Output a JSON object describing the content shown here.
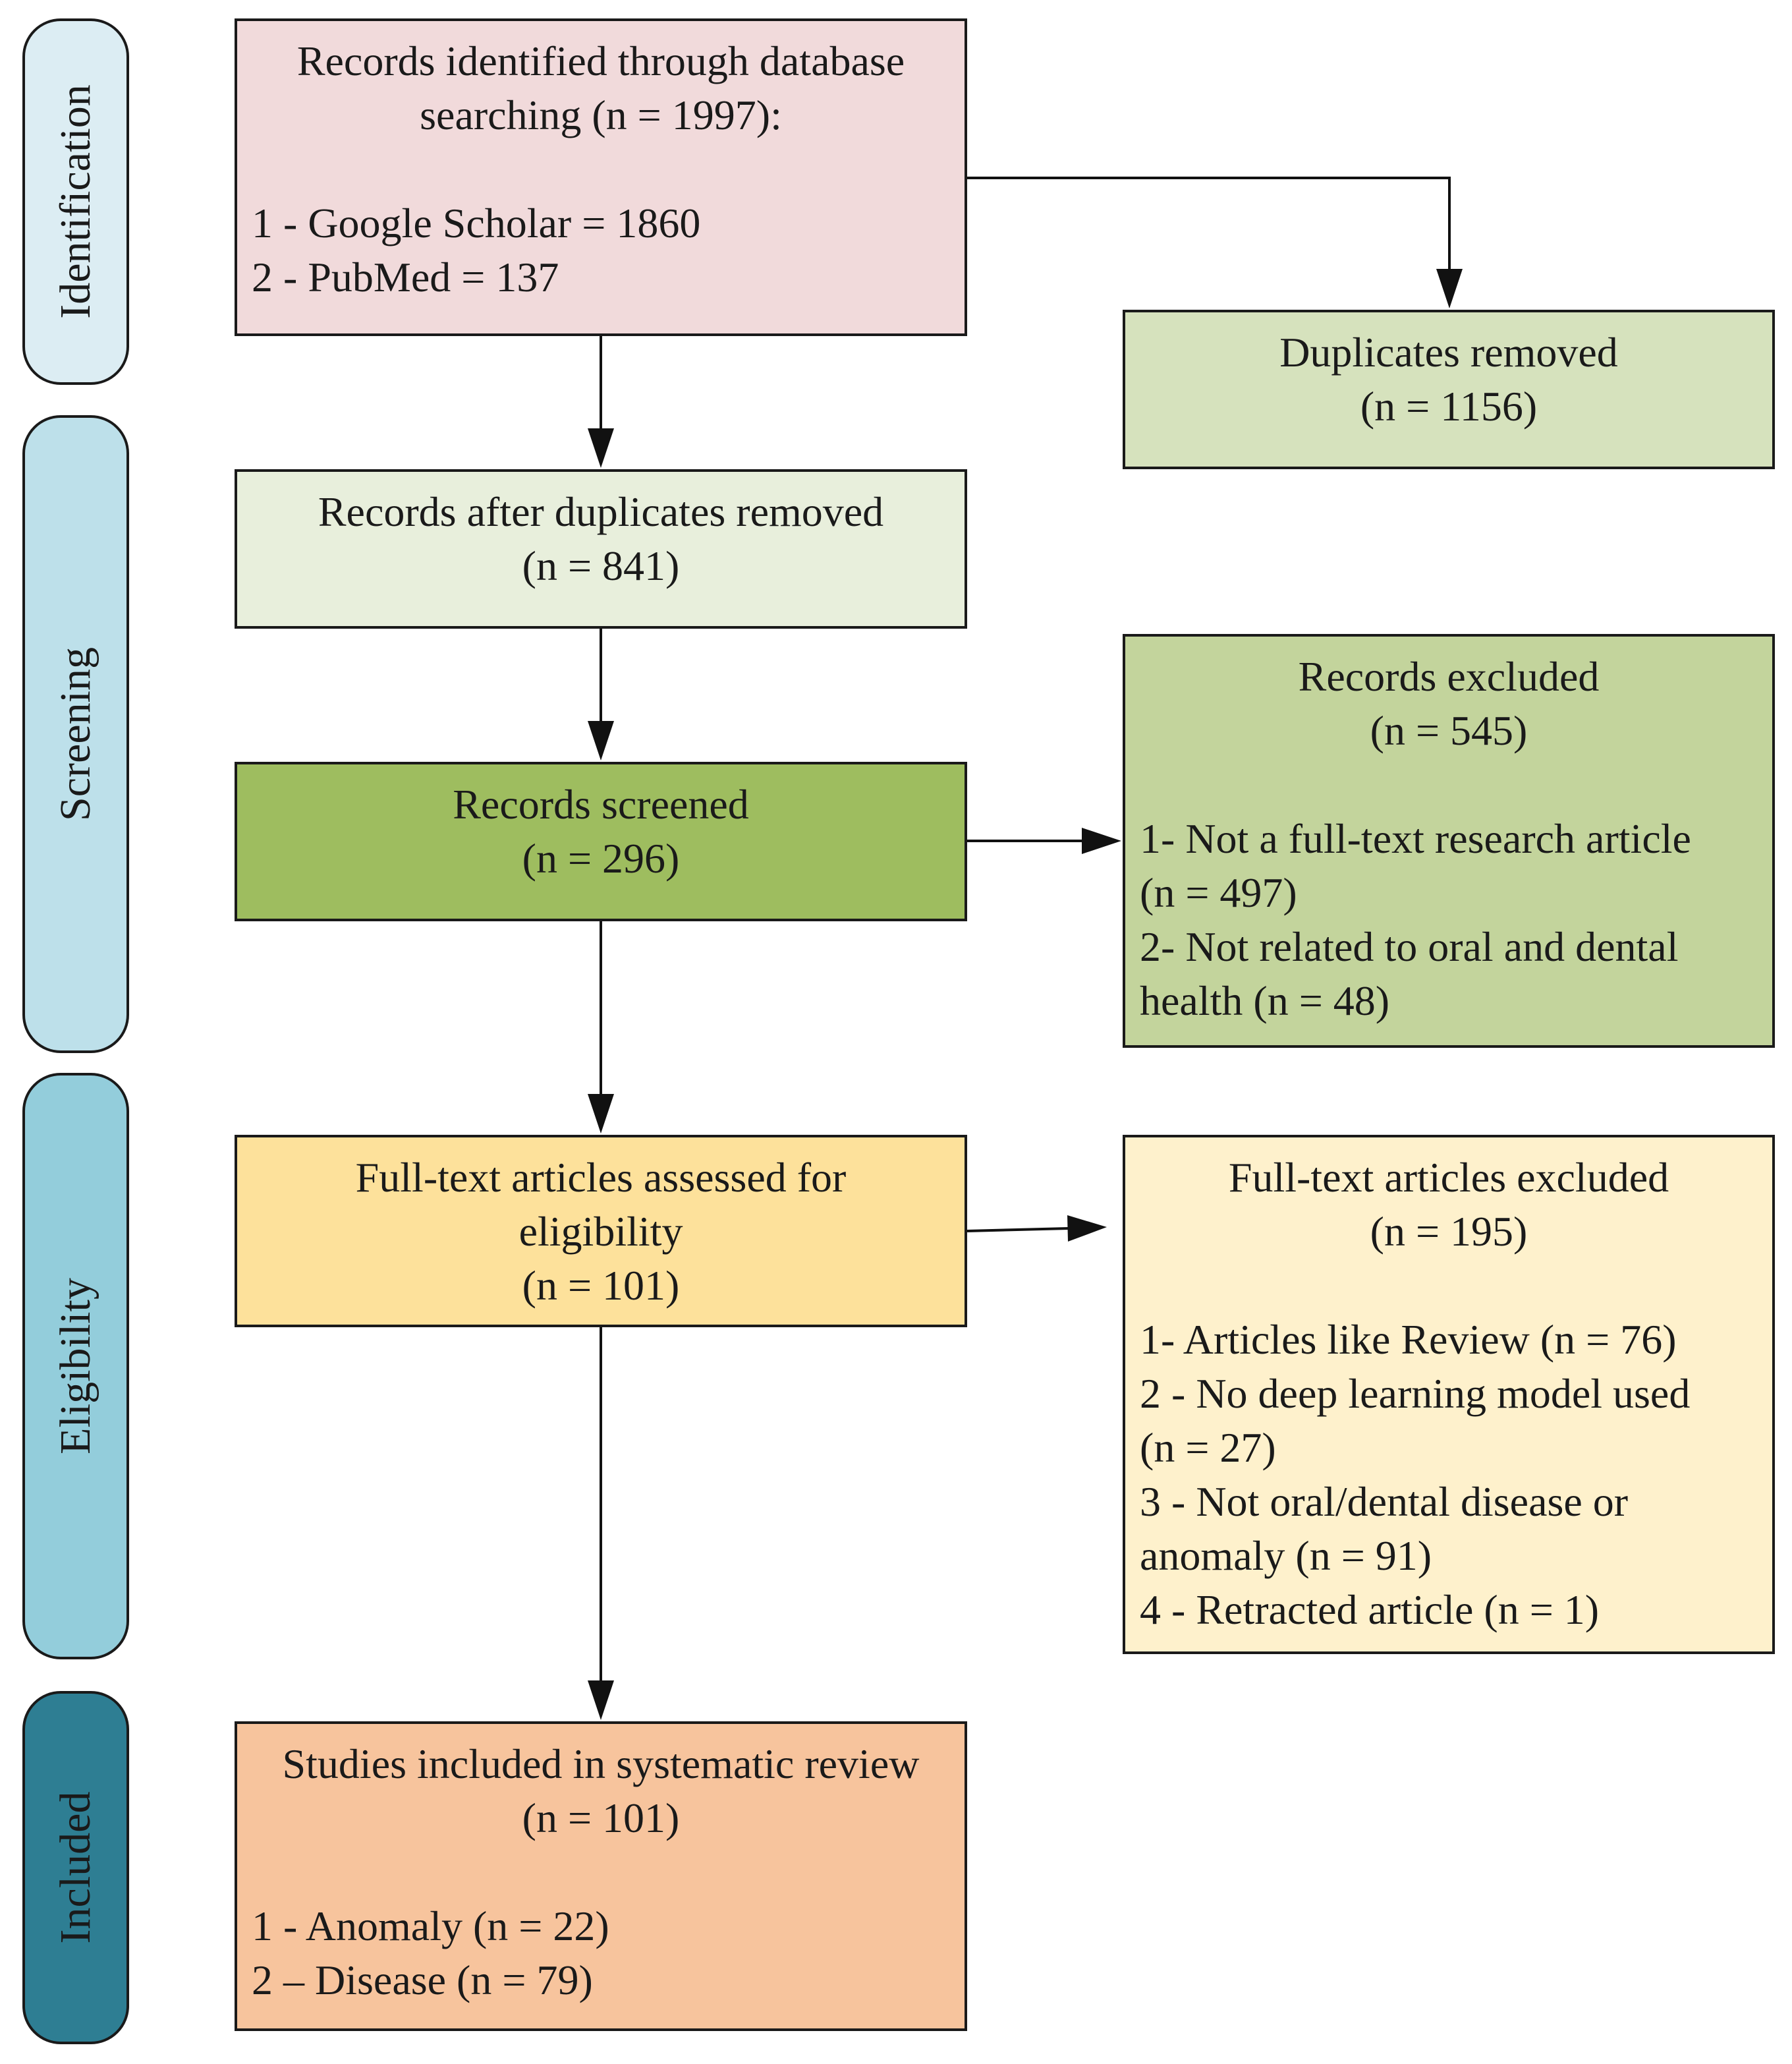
{
  "phases": {
    "identification": "Identification",
    "screening": "Screening",
    "eligibility": "Eligibility",
    "included": "Included"
  },
  "boxes": {
    "identified": {
      "title": [
        "Records identified through database",
        "searching (n = 1997):"
      ],
      "items": [
        "1 - Google Scholar = 1860",
        "2 - PubMed = 137"
      ]
    },
    "duplicates": {
      "title": [
        "Duplicates removed",
        "(n = 1156)"
      ]
    },
    "after_duplicates": {
      "title": [
        "Records after duplicates removed",
        "(n = 841)"
      ]
    },
    "screened": {
      "title": [
        "Records screened",
        "(n = 296)"
      ]
    },
    "records_excluded": {
      "title": [
        "Records excluded",
        "(n = 545)"
      ],
      "items": [
        "1- Not a full-text research article",
        "(n = 497)",
        "2- Not related to oral and dental",
        "health (n = 48)"
      ]
    },
    "fulltext_assessed": {
      "title": [
        "Full-text articles assessed for",
        "eligibility",
        "(n = 101)"
      ]
    },
    "fulltext_excluded": {
      "title": [
        "Full-text articles excluded",
        "(n = 195)"
      ],
      "items": [
        "1- Articles like Review (n = 76)",
        "2 - No deep learning model used",
        "(n = 27)",
        "3 - Not oral/dental disease or",
        "anomaly (n = 91)",
        "4 - Retracted article (n = 1)"
      ]
    },
    "included": {
      "title": [
        "Studies included in systematic review",
        "(n = 101)"
      ],
      "items": [
        "1 - Anomaly (n = 22)",
        "2 – Disease (n = 79)"
      ]
    }
  },
  "colors": {
    "identification_phase": "#dcedf3",
    "screening_phase": "#bde0ea",
    "eligibility_phase": "#93cddb",
    "included_phase": "#2e7e93",
    "identified": "#f1dadb",
    "duplicates": "#d6e2bd",
    "after_duplicates": "#e8efdc",
    "screened": "#9ebd5f",
    "records_excluded": "#c3d49c",
    "fulltext_assessed": "#fde19b",
    "fulltext_excluded": "#fef1cc",
    "included": "#f7c49d"
  }
}
